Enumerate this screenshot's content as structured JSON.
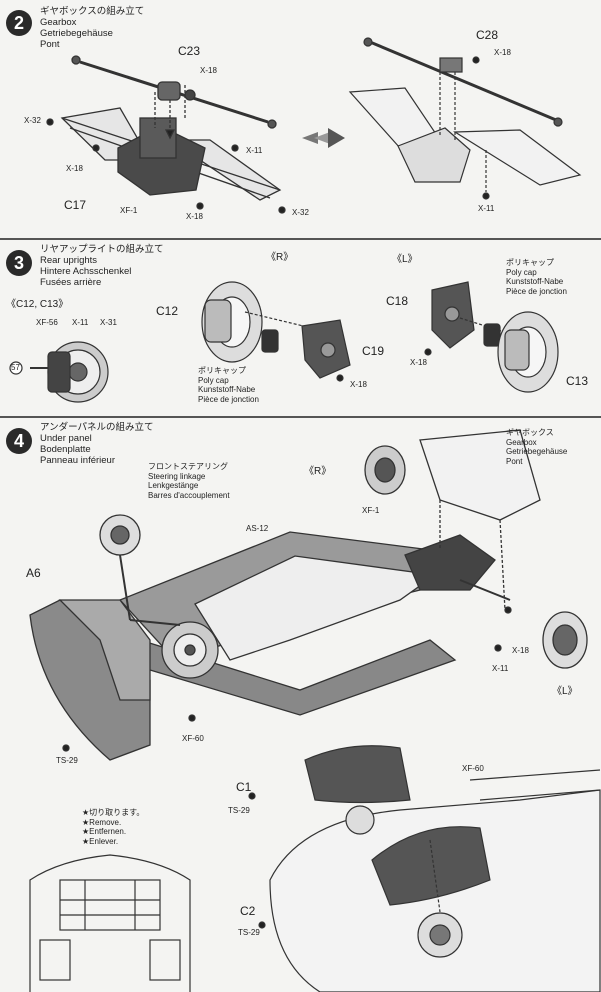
{
  "step2": {
    "number": "2",
    "title_jp": "ギヤボックスの組み立て",
    "title_en": "Gearbox",
    "title_de": "Getriebegehäuse",
    "title_fr": "Pont",
    "labels": {
      "c23": "C23",
      "x18_top": "X-18",
      "x32_left": "X-32",
      "x18_left": "X-18",
      "x11": "X-11",
      "c17": "C17",
      "xf1": "XF-1",
      "x18_bottom": "X-18",
      "x32_right": "X-32",
      "c28": "C28",
      "x18_right": "X-18",
      "x11_right": "X-11"
    }
  },
  "step3": {
    "number": "3",
    "title_jp": "リヤアップライトの組み立て",
    "title_en": "Rear uprights",
    "title_de": "Hintere Achsschenkel",
    "title_fr": "Fusées arrière",
    "labels": {
      "side_r": "《R》",
      "side_l": "《L》",
      "c12_c13": "《C12, C13》",
      "xf56": "XF-56",
      "x11": "X-11",
      "x31": "X-31",
      "ref57": "57",
      "c12": "C12",
      "c19": "C19",
      "x18_a": "X-18",
      "c18": "C18",
      "x18_b": "X-18",
      "c13": "C13"
    },
    "polycap_r": [
      "ポリキャップ",
      "Poly cap",
      "Kunststoff-Nabe",
      "Pièce de jonction"
    ],
    "polycap_l": [
      "ポリキャップ",
      "Poly cap",
      "Kunststoff-Nabe",
      "Pièce de jonction"
    ]
  },
  "step4": {
    "number": "4",
    "title_jp": "アンダーパネルの組み立て",
    "title_en": "Under panel",
    "title_de": "Bodenplatte",
    "title_fr": "Panneau inférieur",
    "steering": [
      "フロントステアリング",
      "Steering linkage",
      "Lenkgestänge",
      "Barres d'accouplement"
    ],
    "gearbox": [
      "ギヤボックス",
      "Gearbox",
      "Getriebegehäuse",
      "Pont"
    ],
    "labels": {
      "side_r": "《R》",
      "side_l": "《L》",
      "xf1": "XF-1",
      "as12": "AS-12",
      "a6": "A6",
      "x18": "X-18",
      "x11": "X-11",
      "xf60_a": "XF-60",
      "ts29_a": "TS-29",
      "c1": "C1",
      "ts29_b": "TS-29",
      "xf60_b": "XF-60",
      "c2": "C2",
      "ts29_c": "TS-29"
    },
    "remove": [
      "★切り取ります。",
      "★Remove.",
      "★Entfernen.",
      "★Enlever."
    ]
  }
}
